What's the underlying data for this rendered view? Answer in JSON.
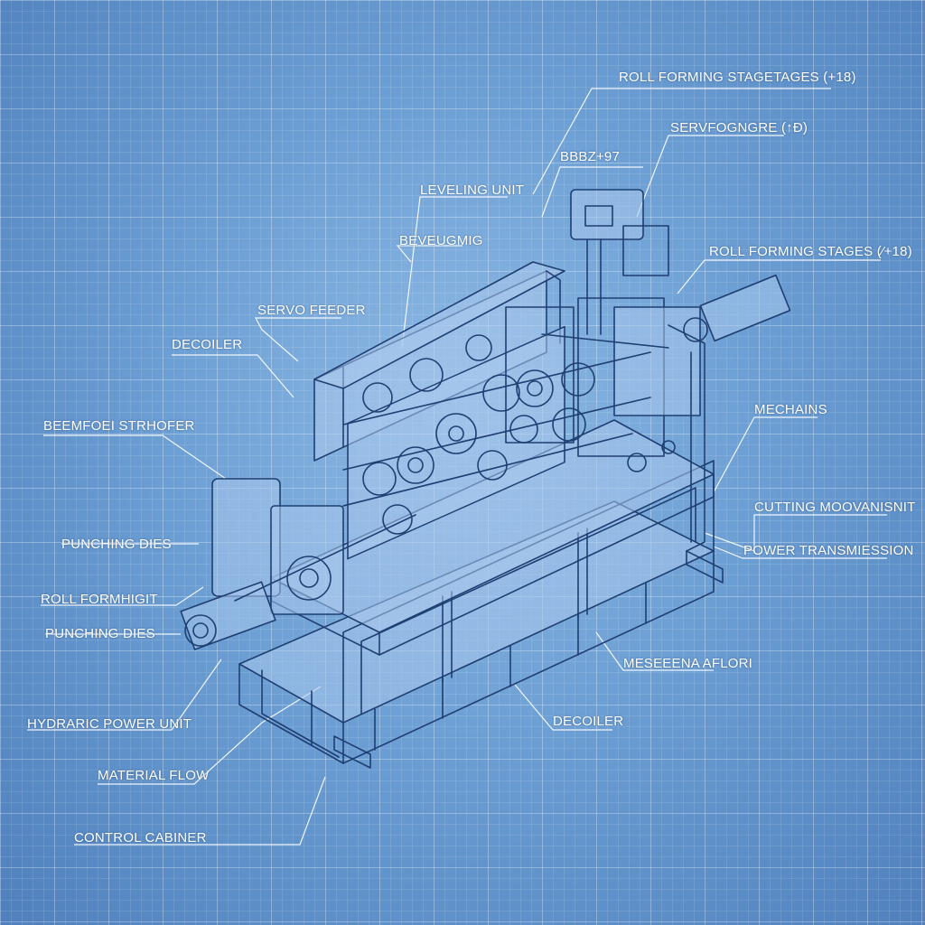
{
  "labels": [
    {
      "id": "roll-forming-stages-top",
      "text": "ROLL FORMING STAGETAGES (+18)"
    },
    {
      "id": "servo-engine",
      "text": "SERVFOGNGRE (↑Ð)"
    },
    {
      "id": "bbb-code",
      "text": "BBBZ+97"
    },
    {
      "id": "leveling-unit",
      "text": "LEVELING UNIT"
    },
    {
      "id": "beveling",
      "text": "BEVEUGMIG"
    },
    {
      "id": "roll-forming-stages-right",
      "text": "ROLL FORMING STAGES (⁄+18)"
    },
    {
      "id": "servo-feeder",
      "text": "SERVO FEEDER"
    },
    {
      "id": "decoiler-left",
      "text": "DECOILER"
    },
    {
      "id": "mechanism",
      "text": "MECHAINS"
    },
    {
      "id": "beemfoel-stripper",
      "text": "BEEMFOEI STRHOFER"
    },
    {
      "id": "cutting-movement",
      "text": "CUTTING MOOVANISNIT"
    },
    {
      "id": "power-transmission",
      "text": "POWER TRANSMIESSION"
    },
    {
      "id": "punching-dies-1",
      "text": "PUNCHING DIES"
    },
    {
      "id": "roll-formight",
      "text": "ROLL FORMHIGIT"
    },
    {
      "id": "punching-dies-2",
      "text": "PUNCHING DIES"
    },
    {
      "id": "meseeena-aport",
      "text": "MESEEENA AFLORI"
    },
    {
      "id": "hydraulic-power-unit",
      "text": "HYDRARIC POWER UNIT"
    },
    {
      "id": "decoiler-bottom",
      "text": "DECOILER"
    },
    {
      "id": "material-flow",
      "text": "MATERIAL FLOW"
    },
    {
      "id": "control-cabinet",
      "text": "CONTROL CABINER"
    }
  ],
  "colors": {
    "background": "#6c9fd4",
    "line": "#1f3f72",
    "text": "#ffffff"
  }
}
